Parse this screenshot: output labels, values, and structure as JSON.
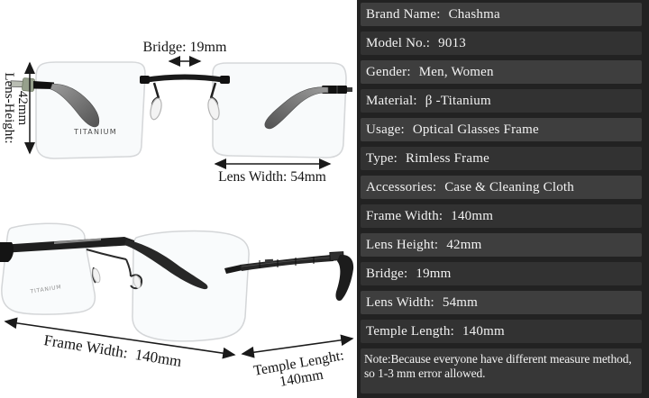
{
  "left_pane": {
    "front_view": {
      "bridge_label": "Bridge: 19mm",
      "lens_height_label": "Lens-Height:",
      "lens_height_value": "42mm",
      "lens_width_label": "Lens Width: 54mm",
      "lens_engraving": "TITANIUM"
    },
    "side_view": {
      "frame_width_label": "Frame Width:  140mm",
      "temple_length_label": "Temple Lenght:",
      "temple_length_value": "140mm",
      "lens_engraving": "TITANIUM"
    }
  },
  "spec_panel": {
    "rows": [
      {
        "label": "Brand Name:",
        "value": "Chashma"
      },
      {
        "label": "Model No.:",
        "value": "9013"
      },
      {
        "label": "Gender:",
        "value": "Men, Women"
      },
      {
        "label": "Material:",
        "value": "β -Titanium"
      },
      {
        "label": "Usage:",
        "value": "Optical Glasses Frame"
      },
      {
        "label": "Type:",
        "value": "Rimless Frame"
      },
      {
        "label": "Accessories:",
        "value": "Case & Cleaning Cloth"
      },
      {
        "label": "Frame Width:",
        "value": "140mm"
      },
      {
        "label": "Lens Height:",
        "value": "42mm"
      },
      {
        "label": "Bridge:",
        "value": "19mm"
      },
      {
        "label": "Lens Width:",
        "value": "54mm"
      },
      {
        "label": "Temple Length:",
        "value": "140mm"
      }
    ],
    "note_line1": "Note:Because everyone have different measure method,",
    "note_line2": "so 1-3 mm error allowed.",
    "colors": {
      "panel_bg": "#222222",
      "row_light": "#3e3e3e",
      "row_dark": "#323232",
      "note_bg": "#373737",
      "text": "#f2f2f2",
      "annotation_text": "#141414"
    }
  }
}
